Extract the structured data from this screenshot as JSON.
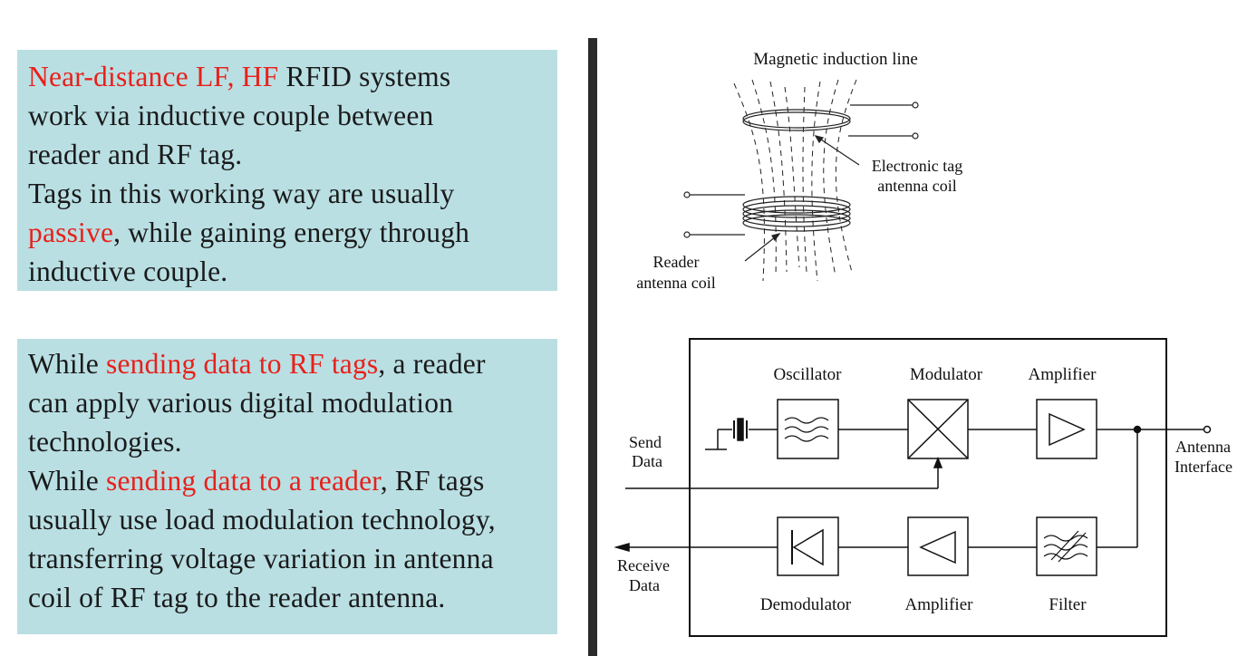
{
  "left_panel": {
    "box1": {
      "l1_red": "Near-distance LF, HF",
      "l1_rest": " RFID systems",
      "l2": "work via inductive couple between",
      "l3": "reader and RF tag.",
      "l4": "Tags in this working way are usually",
      "l5_red": "passive",
      "l5_rest": ", while gaining energy through",
      "l6": "inductive couple."
    },
    "box2": {
      "l1_a": "While ",
      "l1_red": "sending data to RF tags",
      "l1_b": ", a reader",
      "l2": "can apply various digital modulation",
      "l3": "technologies.",
      "l4_a": "While ",
      "l4_red": "sending data to a reader",
      "l4_b": ", RF tags",
      "l5": "usually use load modulation technology,",
      "l6": "transferring voltage variation in antenna",
      "l7": "coil of  RF tag to the reader antenna."
    },
    "highlight_color": "#e8201a",
    "box_color": "#b9dfe3"
  },
  "coil_diagram": {
    "magnetic_label": "Magnetic induction line",
    "tag_coil_label_1": "Electronic tag",
    "tag_coil_label_2": "antenna coil",
    "reader_coil_label_1": "Reader",
    "reader_coil_label_2": "antenna coil"
  },
  "block_diagram": {
    "oscillator": "Oscillator",
    "modulator": "Modulator",
    "amplifier_top": "Amplifier",
    "demodulator": "Demodulator",
    "amplifier_bottom": "Amplifier",
    "filter": "Filter",
    "send_1": "Send",
    "send_2": "Data",
    "receive_1": "Receive",
    "receive_2": "Data",
    "antenna_1": "Antenna",
    "antenna_2": "Interface"
  }
}
